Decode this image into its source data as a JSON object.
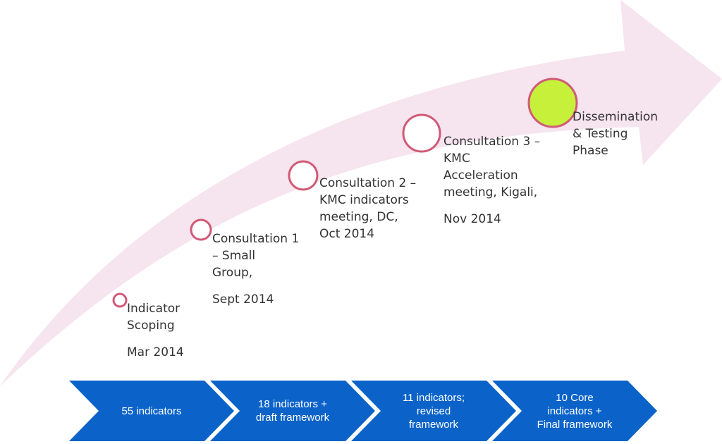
{
  "colors": {
    "arrow_fill": "#f6e4ee",
    "circle_stroke": "#d05a77",
    "circle_fill": "#ffffff",
    "final_circle_fill": "#c6f03a",
    "chevron_fill": "#0b63c9",
    "chevron_text": "#ffffff",
    "label_text": "#333333"
  },
  "milestones": [
    {
      "line1": "Indicator",
      "line2": "Scoping",
      "line3": "",
      "date": "Mar 2014"
    },
    {
      "line1": "Consultation 1",
      "line2": "– Small",
      "line3": "Group,",
      "date": "Sept 2014"
    },
    {
      "line1": "Consultation 2 –",
      "line2": "KMC indicators",
      "line3": "meeting, DC,",
      "date": "Oct 2014"
    },
    {
      "line1": "Consultation 3 –",
      "line2": "KMC",
      "line3": "Acceleration",
      "line4": "meeting, Kigali,",
      "date": "Nov 2014"
    },
    {
      "line1": "Dissemination",
      "line2": "& Testing",
      "line3": "Phase",
      "date": ""
    }
  ],
  "chevrons": [
    {
      "line1": "55 indicators",
      "line2": "",
      "line3": ""
    },
    {
      "line1": "18 indicators +",
      "line2": "draft framework",
      "line3": ""
    },
    {
      "line1": "11 indicators;",
      "line2": "revised",
      "line3": "framework"
    },
    {
      "line1": "10 Core",
      "line2": "indicators +",
      "line3": "Final framework"
    }
  ]
}
